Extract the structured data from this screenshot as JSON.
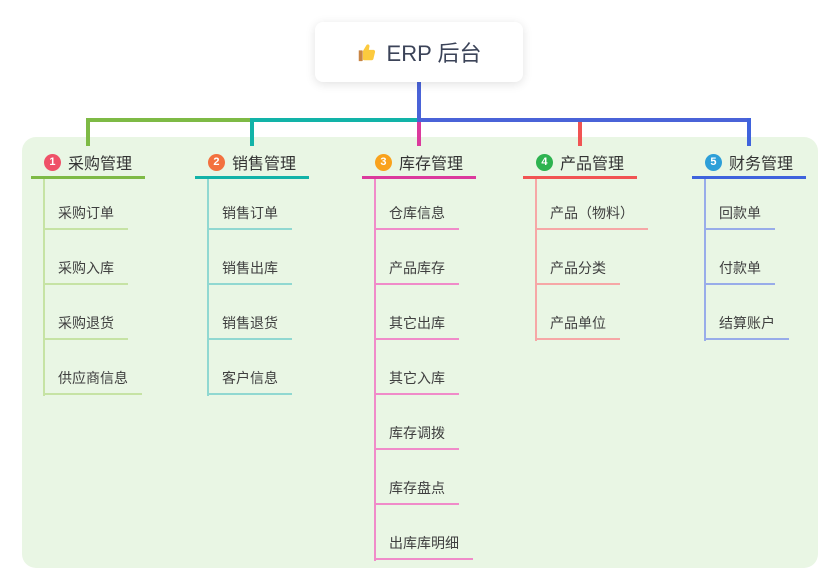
{
  "root": {
    "label": "ERP 后台",
    "icon": "thumbs-up"
  },
  "colors": {
    "connector": "#4a63d8",
    "panel_bg": "#e9f6e4",
    "root_text": "#3b4358",
    "child_text": "#3f3f3f",
    "node_bg": "#ffffff"
  },
  "branches": [
    {
      "num": "1",
      "label": "采购管理",
      "badge_color": "#ef5168",
      "line_color": "#7eba45",
      "child_line_color": "#c6e3a4",
      "children": [
        "采购订单",
        "采购入库",
        "采购退货",
        "供应商信息"
      ]
    },
    {
      "num": "2",
      "label": "销售管理",
      "badge_color": "#f3713f",
      "line_color": "#12b3a8",
      "child_line_color": "#90d8d1",
      "children": [
        "销售订单",
        "销售出库",
        "销售退货",
        "客户信息"
      ]
    },
    {
      "num": "3",
      "label": "库存管理",
      "badge_color": "#f9a21c",
      "line_color": "#db3a9d",
      "child_line_color": "#f08bc9",
      "children": [
        "仓库信息",
        "产品库存",
        "其它出库",
        "其它入库",
        "库存调拨",
        "库存盘点",
        "出库库明细"
      ]
    },
    {
      "num": "4",
      "label": "产品管理",
      "badge_color": "#2eb350",
      "line_color": "#f15453",
      "child_line_color": "#f6a7a6",
      "children": [
        "产品（物料）",
        "产品分类",
        "产品单位"
      ]
    },
    {
      "num": "5",
      "label": "财务管理",
      "badge_color": "#2d9fd8",
      "line_color": "#3f63dd",
      "child_line_color": "#98ace9",
      "children": [
        "回款单",
        "付款单",
        "结算账户"
      ]
    }
  ]
}
